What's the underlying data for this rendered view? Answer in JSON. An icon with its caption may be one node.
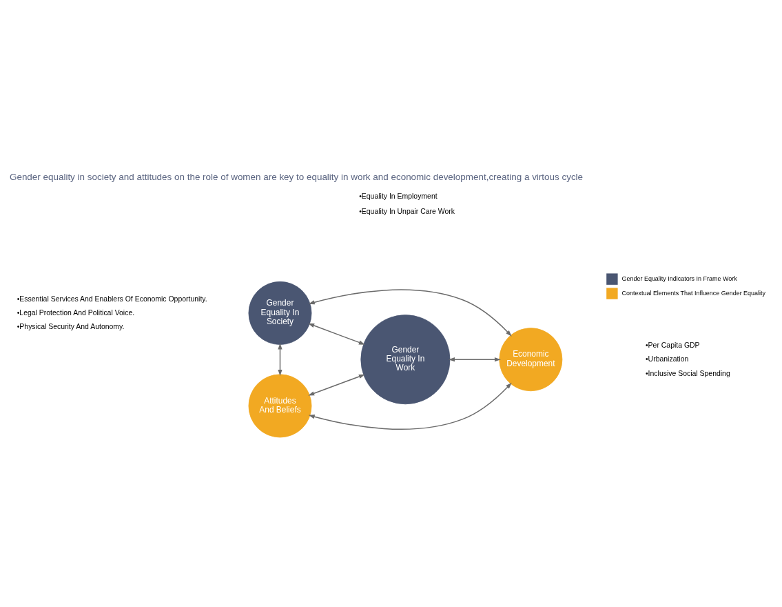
{
  "diagram": {
    "title": "Gender equality in society and attitudes on the role of women are key to equality in work and economic development,creating a virtous cycle",
    "nodes": [
      {
        "text": [
          "Gender Equality In Society"
        ],
        "beside": [
          "•Essential Services And Enablers Of Economic Opportunity.",
          "•Legal Protection And Political Voice.",
          "•Physical Security And Autonomy."
        ]
      },
      {
        "text": [
          "Gender Equality In Work"
        ]
      },
      {
        "text": [
          "Economic Development"
        ],
        "beside": [
          "•Per Capita GDP",
          "•Urbanization",
          "•Inclusive Social Spending"
        ]
      },
      {
        "text": [
          "Attitudes And Beliefs"
        ]
      }
    ],
    "edges": [
      {
        "from": 0,
        "to": 2,
        "arrow": "both"
      },
      {
        "from": 0,
        "to": 1,
        "arrow": "both"
      },
      {
        "from": 1,
        "to": 2,
        "arrow": "both"
      },
      {
        "from": 0,
        "to": 3,
        "arrow": "both"
      },
      {
        "from": 3,
        "to": 1,
        "arrow": "both"
      },
      {
        "from": 3,
        "to": 2,
        "arrow": "both"
      }
    ],
    "labels": [
      "•Equality In Employment",
      "•Equality In Unpair Care Work"
    ],
    "legend": [
      {
        "text": "Gender Equality Indicators In Frame Work",
        "color": "#4a5672"
      },
      {
        "text": "Contextual Elements That Influence Gender Equality",
        "color": "#f2a922"
      }
    ]
  }
}
